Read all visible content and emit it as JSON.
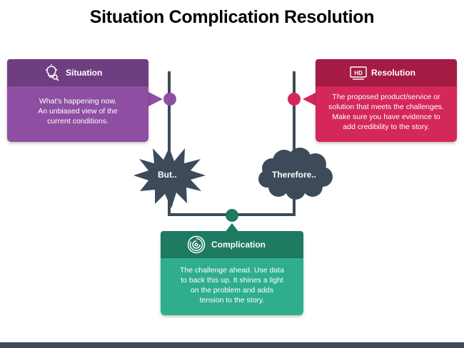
{
  "title": "Situation Complication Resolution",
  "colors": {
    "situation": "#8e4fa3",
    "situation_dark": "#6f3e81",
    "resolution": "#d4285a",
    "resolution_dark": "#a41b44",
    "complication": "#2fae8c",
    "complication_dark": "#1f7a62",
    "connector": "#3d4a5a"
  },
  "situation": {
    "heading": "Situation",
    "icon": "lightbulb-search-icon",
    "lines": [
      "What's happening now.",
      "An unbiased view of the",
      "current conditions."
    ]
  },
  "resolution": {
    "heading": "Resolution",
    "icon": "hd-screen-icon",
    "lines": [
      "The proposed product/service or",
      "solution that meets the challenges.",
      "Make sure you have evidence to",
      "add credibility to the story."
    ]
  },
  "complication": {
    "heading": "Complication",
    "icon": "maze-icon",
    "lines": [
      "The challenge ahead. Use data",
      "to back this up. It shines a light",
      "on the problem and adds",
      "tension to the story."
    ]
  },
  "but_label": "But..",
  "therefore_label": "Therefore.."
}
